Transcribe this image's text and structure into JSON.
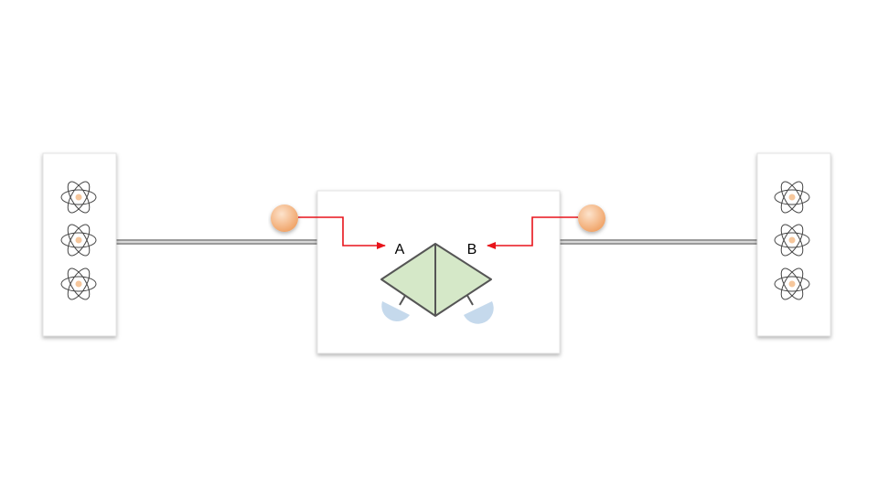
{
  "diagram": {
    "labels": {
      "port_a": "A",
      "port_b": "B"
    },
    "colors": {
      "arrow": "#e8141b",
      "splitter_fill": "#d5e8c8",
      "detector_fill": "#c5d9ec",
      "photon_fill": "#f5b98a",
      "line": "#555555"
    },
    "nodes": [
      {
        "name": "left-memory-node",
        "atom_count": 3
      },
      {
        "name": "right-memory-node",
        "atom_count": 3
      }
    ]
  }
}
